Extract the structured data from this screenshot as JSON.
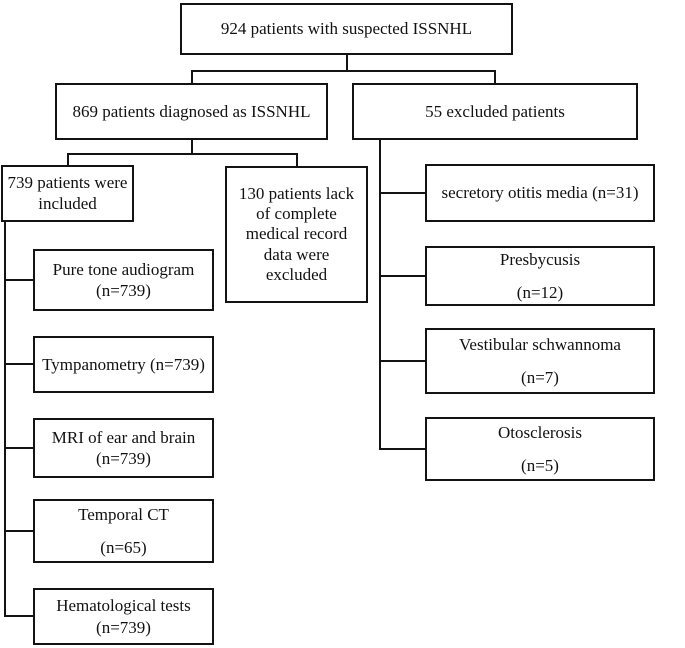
{
  "flowchart": {
    "top": {
      "text": "924 patients with suspected ISSNHL"
    },
    "diagnosed": {
      "text": "869 patients diagnosed as ISSNHL"
    },
    "excluded": {
      "text": "55 excluded patients"
    },
    "included": {
      "text": "739 patients were\nincluded"
    },
    "lack": {
      "text": "130 patients lack\nof  complete\nmedical record\ndata were\nexcluded"
    },
    "tests": [
      {
        "text": "Pure tone audiogram\n(n=739)"
      },
      {
        "text": "Tympanometry (n=739)"
      },
      {
        "text": "MRI of ear and brain\n(n=739)"
      },
      {
        "text": "Temporal CT\n(n=65)"
      },
      {
        "text": "Hematological tests\n(n=739)"
      }
    ],
    "exclusions": [
      {
        "text": "secretory otitis media (n=31)"
      },
      {
        "text": "Presbycusis\n(n=12)"
      },
      {
        "text": "Vestibular schwannoma\n(n=7)"
      },
      {
        "text": "Otosclerosis\n(n=5)"
      }
    ],
    "colors": {
      "border": "#131313",
      "background": "#ffffff",
      "text": "#111111"
    }
  }
}
